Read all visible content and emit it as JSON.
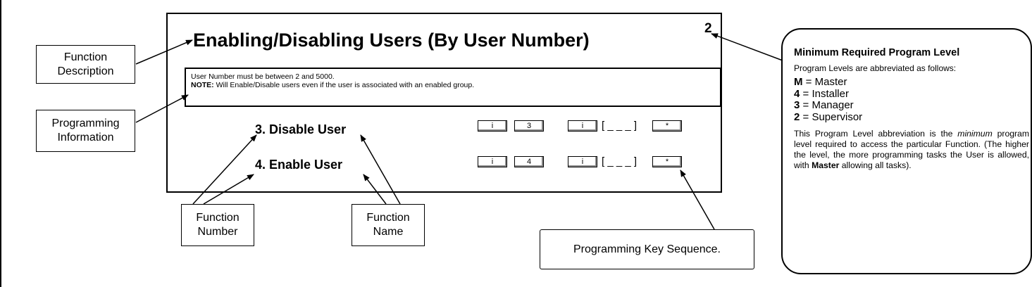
{
  "page_number": "2",
  "function_title": "Enabling/Disabling Users (By User Number)",
  "programming_info": {
    "line1": "User Number must be between 2 and 5000.",
    "note_label": "NOTE:",
    "note_text": " Will Enable/Disable users even if the user is associated with an enabled group."
  },
  "functions": [
    {
      "label": "3. Disable User",
      "digit": "3",
      "blank": "[ _ _ _ ]"
    },
    {
      "label": "4. Enable User",
      "digit": "4",
      "blank": "[ _ _ _ ]"
    }
  ],
  "keys": {
    "info_key_glyph": "i",
    "star_key_glyph": "*"
  },
  "callouts": {
    "function_description": "Function Description",
    "programming_information": "Programming Information",
    "function_number": "Function Number",
    "function_name": "Function Name",
    "programming_key_sequence": "Programming Key Sequence."
  },
  "side_panel": {
    "title": "Minimum Required Program Level",
    "intro": "Program Levels are abbreviated as follows:",
    "levels": [
      {
        "code": "M",
        "name": "Master"
      },
      {
        "code": "4",
        "name": "Installer"
      },
      {
        "code": "3",
        "name": "Manager"
      },
      {
        "code": "2",
        "name": "Supervisor"
      }
    ],
    "desc_part1": "This Program Level abbreviation is the ",
    "desc_em": "minimum",
    "desc_part2": " program level required to access the particular Function. (The higher the level, the more programming tasks the User is allowed, with ",
    "desc_bold": "Master",
    "desc_part3": " allowing all tasks)."
  }
}
